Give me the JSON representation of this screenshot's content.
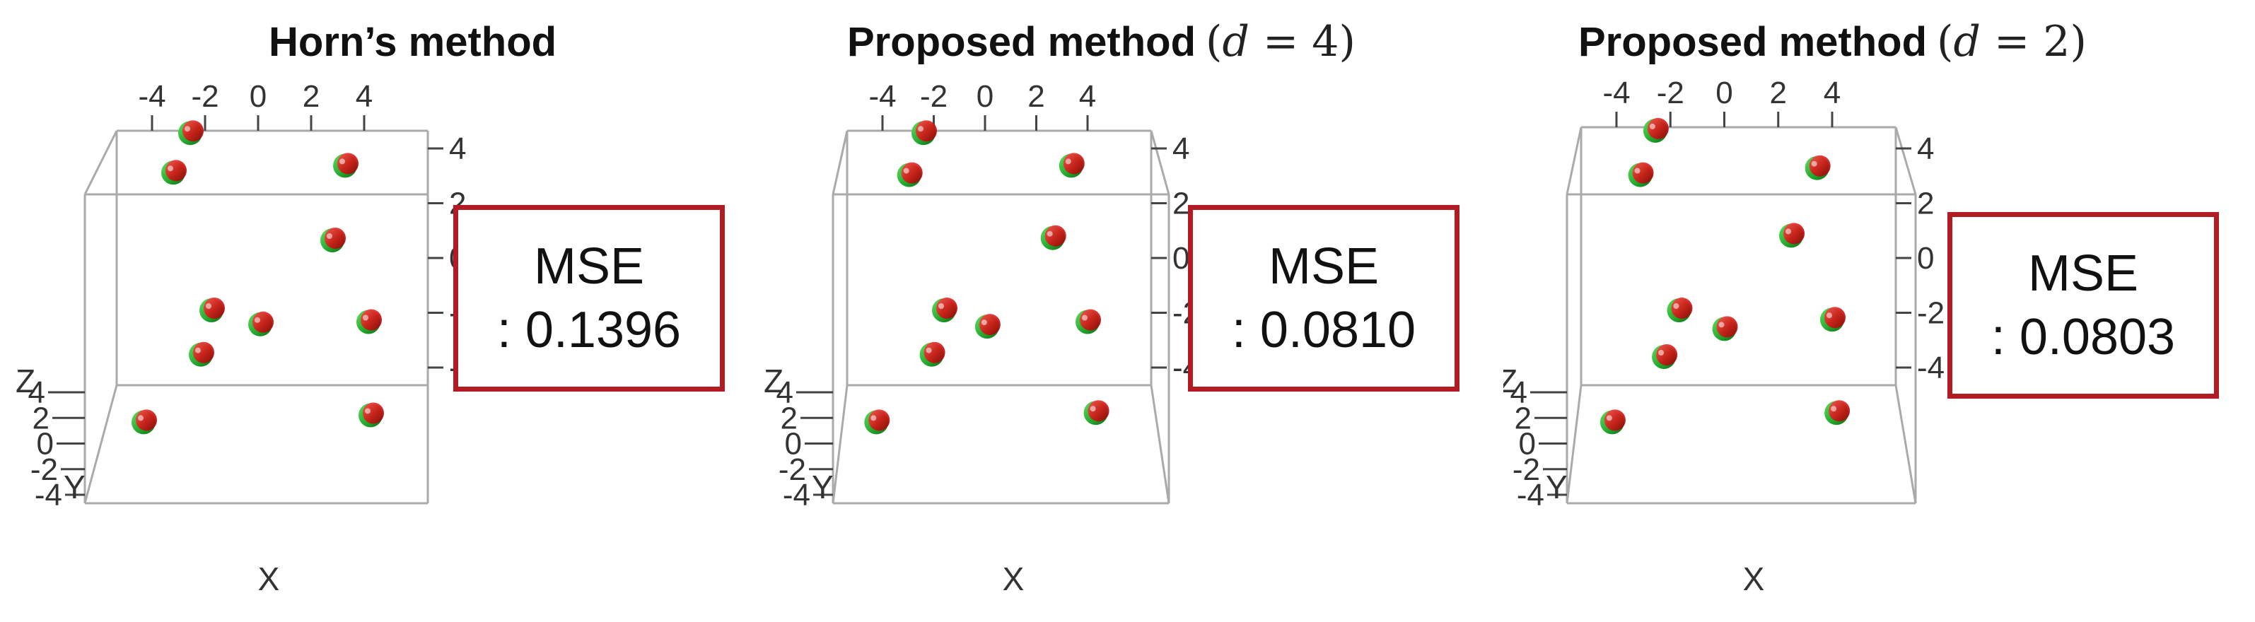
{
  "chart_data": [
    {
      "type": "scatter",
      "title_text": "Horn’s method",
      "title_math": "",
      "title_math_var": "",
      "title_math_rest": "",
      "axes": {
        "x": {
          "label": "X",
          "ticks": [
            "-4",
            "-2",
            "0",
            "2",
            "4"
          ],
          "range": [
            -5,
            5
          ]
        },
        "y": {
          "label": "Y",
          "ticks": [
            "-4",
            "-2",
            "0",
            "2",
            "4"
          ],
          "range": [
            -5,
            5
          ]
        },
        "z": {
          "label": "Z",
          "ticks": [
            "-4",
            "-2",
            "0",
            "2",
            "4"
          ],
          "range": [
            -5,
            5
          ]
        }
      },
      "series": [],
      "points": [
        {
          "x": -3.2,
          "y": 4.6
        },
        {
          "x": -4.0,
          "y": 2.9
        },
        {
          "x": 4.1,
          "y": 3.2
        },
        {
          "x": 3.5,
          "y": 0.0
        },
        {
          "x": -2.2,
          "y": -3.0
        },
        {
          "x": 0.1,
          "y": -3.6
        },
        {
          "x": 5.2,
          "y": -3.5
        },
        {
          "x": -2.7,
          "y": -4.9
        },
        {
          "x": -5.4,
          "y": -7.8
        },
        {
          "x": 5.3,
          "y": -7.5
        }
      ],
      "annotation": {
        "line1": "MSE",
        "line2": ": 0.1396"
      }
    },
    {
      "type": "scatter",
      "title_text": "Proposed method",
      "title_math": "(",
      "title_math_var": "d",
      "title_math_rest": " = 4)",
      "axes": {
        "x": {
          "label": "X",
          "ticks": [
            "-4",
            "-2",
            "0",
            "2",
            "4"
          ],
          "range": [
            -5,
            5
          ]
        },
        "y": {
          "label": "Y",
          "ticks": [
            "-4",
            "-2",
            "0",
            "2",
            "4"
          ],
          "range": [
            -5,
            5
          ]
        },
        "z": {
          "label": "Z",
          "ticks": [
            "-4",
            "-2",
            "0",
            "2",
            "4"
          ],
          "range": [
            -5,
            5
          ]
        }
      },
      "series": [],
      "points": [
        {
          "x": -3.0,
          "y": 4.6
        },
        {
          "x": -3.7,
          "y": 2.8
        },
        {
          "x": 4.2,
          "y": 3.2
        },
        {
          "x": 3.3,
          "y": 0.1
        },
        {
          "x": -2.0,
          "y": -3.0
        },
        {
          "x": 0.1,
          "y": -3.7
        },
        {
          "x": 5.0,
          "y": -3.5
        },
        {
          "x": -2.6,
          "y": -4.9
        },
        {
          "x": -5.3,
          "y": -7.8
        },
        {
          "x": 5.4,
          "y": -7.4
        }
      ],
      "annotation": {
        "line1": "MSE",
        "line2": ": 0.0810"
      }
    },
    {
      "type": "scatter",
      "title_text": "Proposed method",
      "title_math": "(",
      "title_math_var": "d",
      "title_math_rest": " = 2)",
      "axes": {
        "x": {
          "label": "X",
          "ticks": [
            "-4",
            "-2",
            "0",
            "2",
            "4"
          ],
          "range": [
            -5,
            5
          ]
        },
        "y": {
          "label": "Y",
          "ticks": [
            "-4",
            "-2",
            "0",
            "2",
            "4"
          ],
          "range": [
            -5,
            5
          ]
        },
        "z": {
          "label": "Z",
          "ticks": [
            "-4",
            "-2",
            "0",
            "2",
            "4"
          ],
          "range": [
            -5,
            5
          ]
        }
      },
      "series": [],
      "points": [
        {
          "x": -3.2,
          "y": 4.7
        },
        {
          "x": -3.9,
          "y": 2.8
        },
        {
          "x": 4.3,
          "y": 3.1
        },
        {
          "x": 3.1,
          "y": 0.2
        },
        {
          "x": -2.1,
          "y": -3.0
        },
        {
          "x": 0.0,
          "y": -3.8
        },
        {
          "x": 5.0,
          "y": -3.4
        },
        {
          "x": -2.8,
          "y": -5.0
        },
        {
          "x": -5.2,
          "y": -7.8
        },
        {
          "x": 5.2,
          "y": -7.4
        }
      ],
      "annotation": {
        "line1": "MSE",
        "line2": ": 0.0803"
      }
    }
  ],
  "colors": {
    "marker_red": "#d01616",
    "marker_green": "#22a52c",
    "box_border": "#b01c22",
    "box_line": "#aaaaaa"
  }
}
